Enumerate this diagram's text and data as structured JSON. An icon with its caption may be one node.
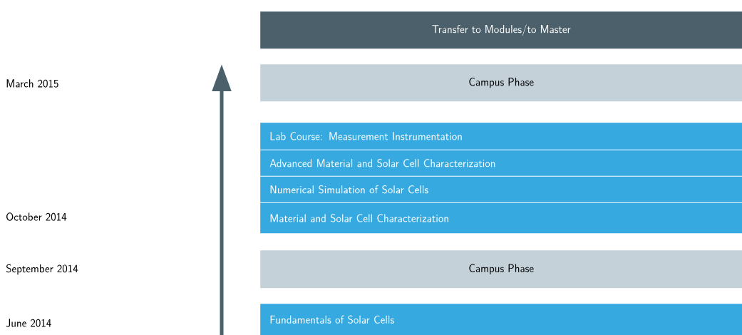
{
  "diagram": {
    "nodes": [
      {
        "text": [
          "Transfer to Modules/to Master"
        ]
      },
      {
        "text": [
          "Campus Phase"
        ]
      },
      {
        "text": [
          "Lab Course: Measurement Instrumentation"
        ]
      },
      {
        "text": [
          "Advanced Material and Solar Cell Characterization"
        ]
      },
      {
        "text": [
          "Numerical Simulation of Solar Cells"
        ]
      },
      {
        "text": [
          "Material and Solar Cell Characterization"
        ]
      },
      {
        "text": [
          "Campus Phase"
        ]
      },
      {
        "text": [
          "Fundamentals of Solar Cells"
        ]
      }
    ],
    "labels": [
      "March 2015",
      "October 2014",
      "September 2014",
      "June 2014"
    ]
  }
}
